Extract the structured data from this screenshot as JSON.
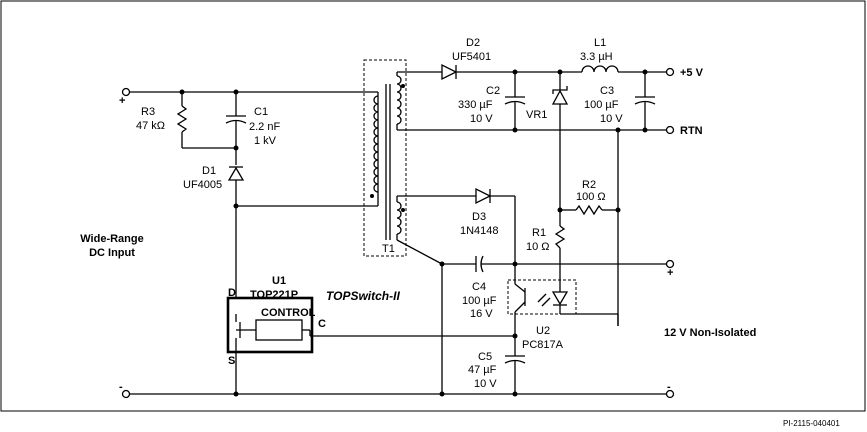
{
  "title": "",
  "input": {
    "plus": "+",
    "minus": "-",
    "label_line1": "Wide-Range",
    "label_line2": "DC Input"
  },
  "components": {
    "R3": {
      "ref": "R3",
      "value": "47 kΩ"
    },
    "C1": {
      "ref": "C1",
      "value1": "2.2 nF",
      "value2": "1 kV"
    },
    "D1": {
      "ref": "D1",
      "value": "UF4005"
    },
    "T1": {
      "ref": "T1"
    },
    "D2": {
      "ref": "D2",
      "value": "UF5401"
    },
    "C2": {
      "ref": "C2",
      "value1": "330 µF",
      "value2": "10 V"
    },
    "VR1": {
      "ref": "VR1"
    },
    "L1": {
      "ref": "L1",
      "value": "3.3 µH"
    },
    "C3": {
      "ref": "C3",
      "value1": "100 µF",
      "value2": "10 V"
    },
    "R2": {
      "ref": "R2",
      "value": "100 Ω"
    },
    "D3": {
      "ref": "D3",
      "value": "1N4148"
    },
    "R1": {
      "ref": "R1",
      "value": "10 Ω"
    },
    "C4": {
      "ref": "C4",
      "value1": "100 µF",
      "value2": "16 V"
    },
    "U1": {
      "ref": "U1",
      "part": "TOP221P",
      "control": "CONTROL",
      "pin_d": "D",
      "pin_s": "S",
      "pin_c": "C"
    },
    "U1_family": "TOPSwitch-II",
    "U2": {
      "ref": "U2",
      "part": "PC817A"
    },
    "C5": {
      "ref": "C5",
      "value1": "47 µF",
      "value2": "10 V"
    }
  },
  "outputs": {
    "plus5": "+5 V",
    "rtn": "RTN",
    "plus12": "+",
    "minus12": "-",
    "label12": "12 V Non-Isolated"
  },
  "footer_code": "PI-2115-040401"
}
